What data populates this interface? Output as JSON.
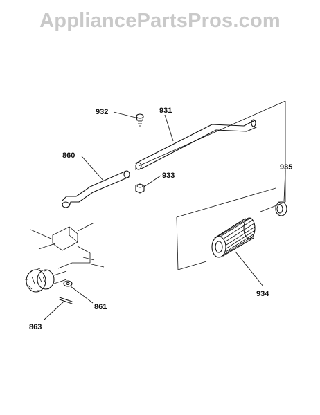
{
  "watermark": "AppliancePartsPros.com",
  "labels": {
    "p932": "932",
    "p931": "931",
    "p860": "860",
    "p933": "933",
    "p935": "935",
    "p934": "934",
    "p861": "861",
    "p863": "863"
  }
}
